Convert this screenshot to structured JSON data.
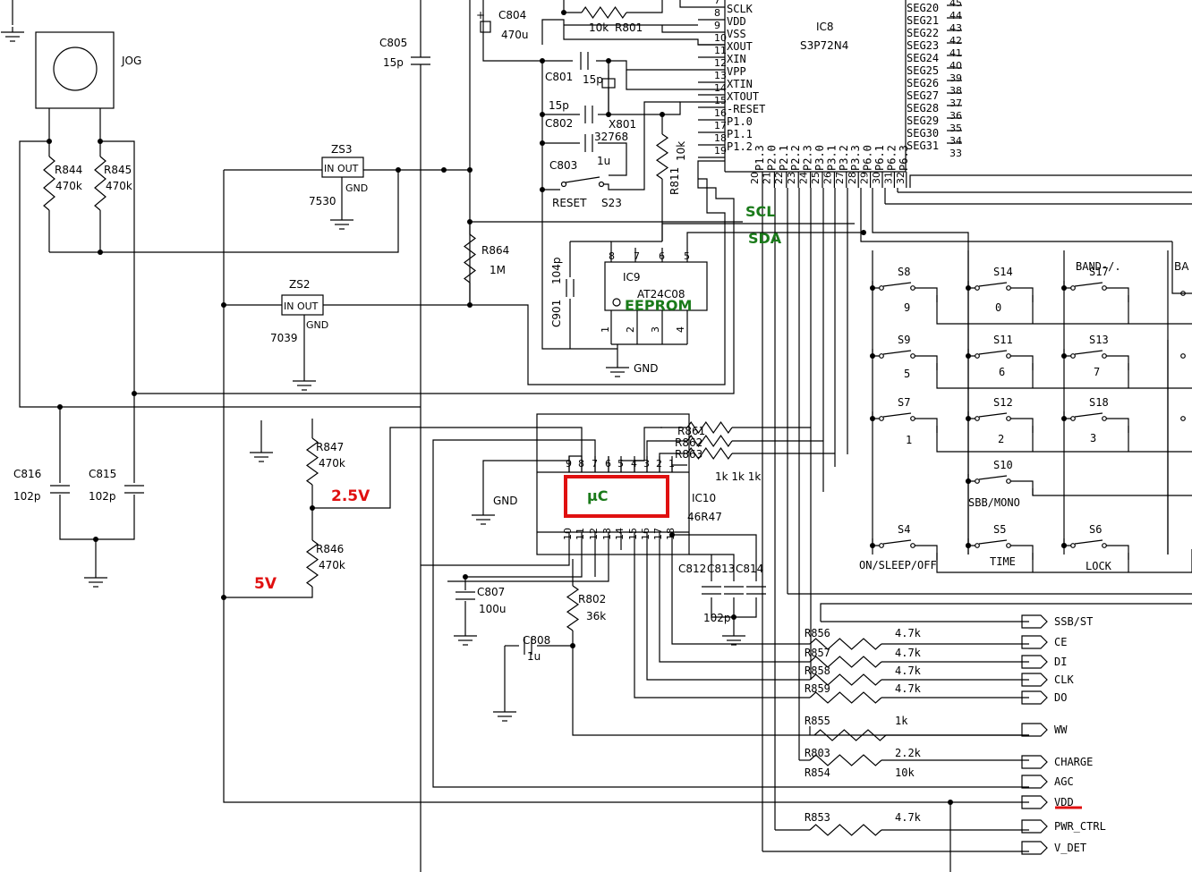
{
  "accent": {
    "annotation_red": "#e01010",
    "annotation_green": "#1a7a1a",
    "highlight_box": "#e01010"
  },
  "ic8": {
    "name": "IC8",
    "part": "S3P72N4",
    "left_pins": [
      "SCLK",
      "VDD",
      "VSS",
      "XOUT",
      "XIN",
      "VPP",
      "XTIN",
      "XTOUT",
      "-RESET",
      "P1.0",
      "P1.1",
      "P1.2"
    ],
    "left_nums": [
      "7",
      "8",
      "9",
      "10",
      "11",
      "12",
      "13",
      "14",
      "15",
      "16",
      "17",
      "18",
      "19"
    ],
    "right_pins": [
      "SEG20",
      "SEG21",
      "SEG22",
      "SEG23",
      "SEG24",
      "SEG25",
      "SEG26",
      "SEG27",
      "SEG28",
      "SEG29",
      "SEG30",
      "SEG31"
    ],
    "right_nums": [
      "45",
      "44",
      "43",
      "42",
      "41",
      "40",
      "39",
      "38",
      "37",
      "36",
      "35",
      "34",
      "33"
    ],
    "bottom_pins": [
      "P1.3",
      "P2.0",
      "P2.1",
      "P2.2",
      "P2.3",
      "P3.0",
      "P3.1",
      "P3.2",
      "P3.3",
      "P6.0",
      "P6.1",
      "P6.2",
      "P6.3"
    ],
    "bottom_nums": [
      "20",
      "21",
      "22",
      "23",
      "24",
      "25",
      "26",
      "27",
      "28",
      "29",
      "30",
      "31",
      "32"
    ]
  },
  "ic9": {
    "name": "IC9",
    "part": "AT24C08",
    "pins_top": [
      "8",
      "7",
      "6",
      "5"
    ],
    "pins_bottom": [
      "1",
      "2",
      "3",
      "4"
    ]
  },
  "ic10": {
    "name": "IC10",
    "part": "46R47",
    "highlight": "µC",
    "pins_top": [
      "9",
      "8",
      "7",
      "6",
      "5",
      "4",
      "3",
      "2",
      "1"
    ],
    "pins_bottom": [
      "10",
      "11",
      "12",
      "13",
      "14",
      "15",
      "16",
      "17",
      "18"
    ]
  },
  "jog": {
    "label": "JOG"
  },
  "zs3": {
    "name": "ZS3",
    "io": "IN OUT",
    "gnd": "GND",
    "part": "7530"
  },
  "zs2": {
    "name": "ZS2",
    "io": "IN OUT",
    "gnd": "GND",
    "part": "7039"
  },
  "gnd": "GND",
  "components": {
    "r801": "R801",
    "r801v": "10k",
    "c804": "C804",
    "c804v": "470u",
    "c805": "C805",
    "c805v": "15p",
    "c801": "C801",
    "c801v": "15p",
    "c802": "C802",
    "c802v": "15p",
    "x801": "X801",
    "x801v": "32768",
    "c803": "C803",
    "c803v": "1u",
    "reset": "RESET",
    "s23": "S23",
    "r811": "R811",
    "r811v": "10k",
    "r844": "R844",
    "r844v": "470k",
    "r845": "R845",
    "r845v": "470k",
    "r864": "R864",
    "r864v": "1M",
    "c901": "C901",
    "c901v": "104p",
    "r847": "R847",
    "r847v": "470k",
    "r846": "R846",
    "r846v": "470k",
    "c816": "C816",
    "c816v": "102p",
    "c815": "C815",
    "c815v": "102p",
    "r861": "R861",
    "r862": "R862",
    "r863": "R863",
    "r86xv": "1k 1k 1k",
    "c807": "C807",
    "c807v": "100u",
    "c808": "C808",
    "c808v": "1u",
    "r802": "R802",
    "r802v": "36k",
    "c812": "C812",
    "c813": "C813",
    "c814": "C814",
    "c81xv": "102p"
  },
  "annotations": {
    "scl": "SCL",
    "sda": "SDA",
    "eeprom": "EEPROM",
    "v25": "2.5V",
    "v5": "5V"
  },
  "switches": [
    {
      "id": "S8",
      "key": "9"
    },
    {
      "id": "S14",
      "key": "0"
    },
    {
      "id": "S17",
      "key": "BAND-/."
    },
    {
      "id": "S9",
      "key": "5"
    },
    {
      "id": "S11",
      "key": "6"
    },
    {
      "id": "S13",
      "key": "7"
    },
    {
      "id": "S7",
      "key": "1"
    },
    {
      "id": "S12",
      "key": "2"
    },
    {
      "id": "S18",
      "key": "3"
    },
    {
      "id": "S10",
      "key": "SBB/MONO"
    },
    {
      "id": "S4",
      "key": "ON/SLEEP/OFF"
    },
    {
      "id": "S5",
      "key": "TIME"
    },
    {
      "id": "S6",
      "key": "LOCK"
    }
  ],
  "band_partial": "BA",
  "outputs": [
    {
      "res": "",
      "val": "",
      "name": "SSB/ST"
    },
    {
      "res": "R856",
      "val": "4.7k",
      "name": "CE"
    },
    {
      "res": "R857",
      "val": "4.7k",
      "name": "DI"
    },
    {
      "res": "R858",
      "val": "4.7k",
      "name": "CLK"
    },
    {
      "res": "R859",
      "val": "4.7k",
      "name": "DO"
    },
    {
      "res": "R855",
      "val": "1k",
      "name": "WW"
    },
    {
      "res": "R803",
      "val": "2.2k",
      "name": "CHARGE"
    },
    {
      "res": "R854",
      "val": "10k",
      "name": "AGC"
    },
    {
      "res": "",
      "val": "",
      "name": "VDD"
    },
    {
      "res": "R853",
      "val": "4.7k",
      "name": "PWR_CTRL"
    },
    {
      "res": "",
      "val": "",
      "name": "V_DET"
    }
  ]
}
